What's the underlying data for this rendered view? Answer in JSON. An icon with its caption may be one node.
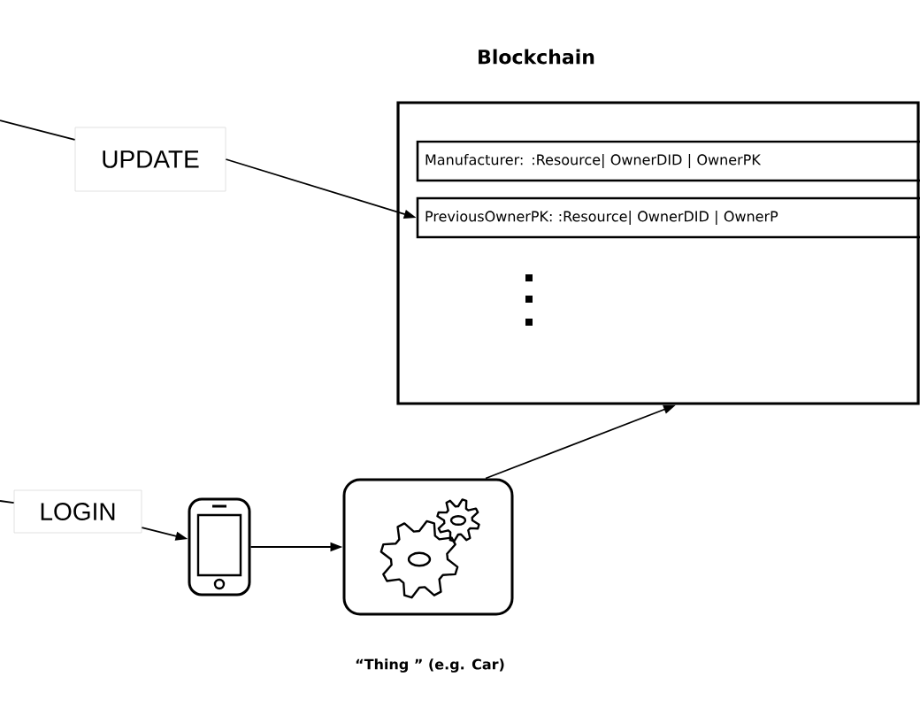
{
  "diagram": {
    "nodes": [
      {
        "text": [
          "Blockchain"
        ]
      },
      {
        "text": [
          "Manufacturer: :Resource| OwnerDID | OwnerPK"
        ],
        "in": 0
      },
      {
        "text": [
          "PreviousOwnerPK: :Resource| OwnerDID | OwnerP"
        ],
        "in": 0
      },
      {
        "text": [
          "UPDATE"
        ]
      },
      {
        "text": [
          "LOGIN"
        ]
      },
      {
        "text": [],
        "shape": "phone"
      },
      {
        "text": [],
        "shape": "box",
        "beside": [
          "“Thing ” (e.g. Car)"
        ]
      }
    ],
    "edges": [
      {
        "from": null,
        "to": 3,
        "arrow": "none"
      },
      {
        "from": 3,
        "to": 2,
        "arrow": "to"
      },
      {
        "from": null,
        "to": 4,
        "arrow": "none"
      },
      {
        "from": 4,
        "to": 5,
        "arrow": "to"
      },
      {
        "from": 5,
        "to": 6,
        "arrow": "to"
      },
      {
        "from": 6,
        "to": 0,
        "arrow": "to"
      }
    ]
  }
}
